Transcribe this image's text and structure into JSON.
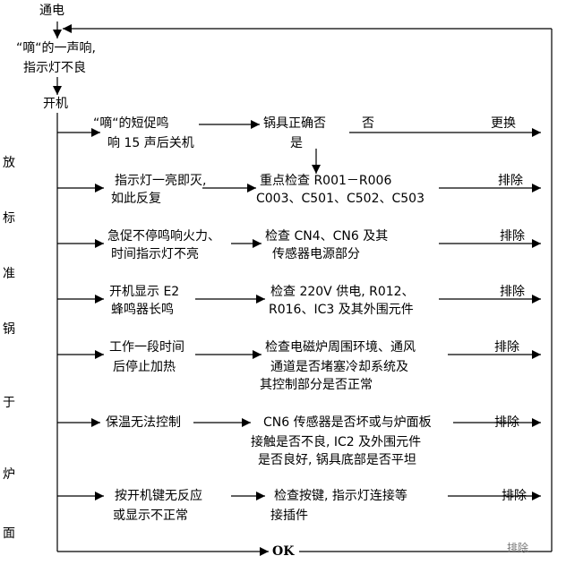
{
  "start": "通电",
  "beep_fault": [
    "“嘀“的一声响,",
    "指示灯不良"
  ],
  "power_on": "开机",
  "side_label": [
    "放",
    "标",
    "准",
    "锅",
    "于",
    "炉",
    "面"
  ],
  "rows": [
    {
      "symptom": [
        "“嘀“的短促鸣",
        "响 15 声后关机"
      ],
      "check": [
        "锅具正确否"
      ],
      "no_label": "否",
      "result": "更换",
      "yes_label": "是"
    },
    {
      "symptom": [
        "指示灯一亮即灭,",
        "如此反复"
      ],
      "check": [
        "重点检查 R001－R006",
        "C003、C501、C502、C503"
      ],
      "result": "排除"
    },
    {
      "symptom": [
        "急促不停鸣响火力、",
        "时间指示灯不亮"
      ],
      "check": [
        "检查 CN4、CN6 及其",
        "传感器电源部分"
      ],
      "result": "排除"
    },
    {
      "symptom": [
        "开机显示 E2",
        "蜂鸣器长鸣"
      ],
      "check": [
        "检查 220V 供电, R012、",
        "R016、IC3 及其外围元件"
      ],
      "result": "排除"
    },
    {
      "symptom": [
        "工作一段时间",
        "后停止加热"
      ],
      "check": [
        "检查电磁炉周围环境、通风",
        "通道是否堵塞冷却系统及",
        "其控制部分是否正常"
      ],
      "result": "排除"
    },
    {
      "symptom": [
        "保温无法控制"
      ],
      "check": [
        "CN6 传感器是否坏或与炉面板",
        "接触是否不良, IC2 及外围元件",
        "是否良好, 锅具底部是否平坦"
      ],
      "result": "排除"
    },
    {
      "symptom": [
        "按开机键无反应",
        "或显示不正常"
      ],
      "check": [
        "检查按键, 指示灯连接等",
        "接插件"
      ],
      "result": "排除"
    }
  ],
  "end": "OK",
  "end_result": "排除"
}
